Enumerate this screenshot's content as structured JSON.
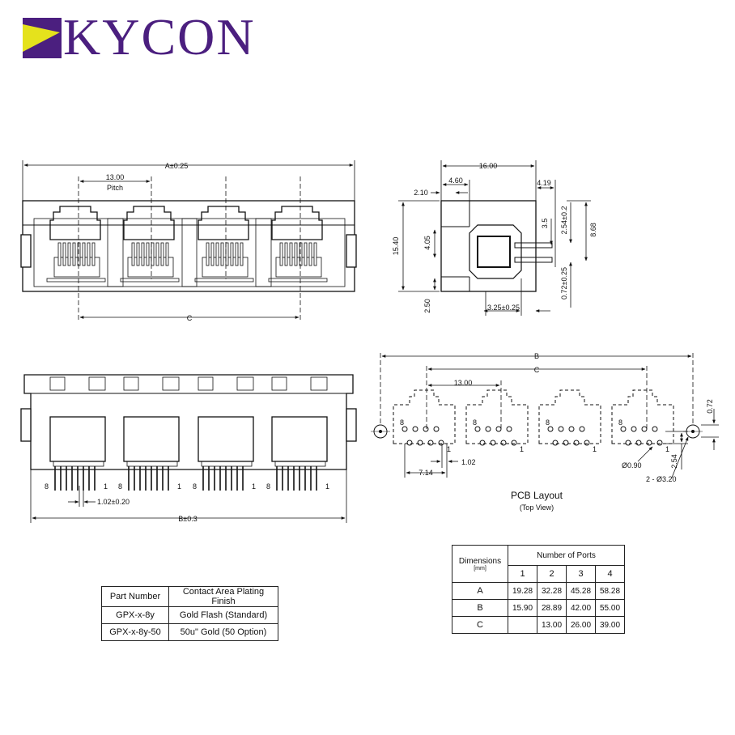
{
  "brand": {
    "name": "KYCON"
  },
  "front_view": {
    "dim_a": "A±0.25",
    "pitch_value": "13.00",
    "pitch_label": "Pitch",
    "dim_c": "C"
  },
  "side_view": {
    "d_16": "16.00",
    "d_460": "4.60",
    "d_419": "4.19",
    "d_210": "2.10",
    "d_1540": "15.40",
    "d_405": "4.05",
    "d_35": "3.5",
    "d_254": "2.54±0.2",
    "d_868": "8.68",
    "d_072": "0.72±0.25",
    "d_250": "2.50",
    "d_325": "3.25±0.25"
  },
  "bottom_view": {
    "pin_8": "8",
    "pin_1": "1",
    "pitch": "1.02±0.20",
    "dim_b": "B±0.3"
  },
  "pcb": {
    "dim_b": "B",
    "dim_c": "C",
    "pitch": "13.00",
    "d_072": "0.72",
    "d_714": "7.14",
    "d_102": "1.02",
    "d_254": "2.54",
    "hole": "Ø0.90",
    "mount": "2 - Ø3.20",
    "pin_8": "8",
    "pin_1": "1",
    "title": "PCB Layout",
    "subtitle": "(Top View)"
  },
  "plating_table": {
    "headers": [
      "Part Number",
      "Contact Area Plating Finish"
    ],
    "rows": [
      [
        "GPX-x-8y",
        "Gold Flash (Standard)"
      ],
      [
        "GPX-x-8y-50",
        "50u\" Gold (50 Option)"
      ]
    ]
  },
  "dims_table": {
    "header_dim": "Dimensions",
    "header_unit": "[mm]",
    "header_ports": "Number of Ports",
    "ports": [
      "1",
      "2",
      "3",
      "4"
    ],
    "rows": [
      {
        "name": "A",
        "values": [
          "19.28",
          "32.28",
          "45.28",
          "58.28"
        ]
      },
      {
        "name": "B",
        "values": [
          "15.90",
          "28.89",
          "42.00",
          "55.00"
        ]
      },
      {
        "name": "C",
        "values": [
          "",
          "13.00",
          "26.00",
          "39.00"
        ]
      }
    ]
  }
}
